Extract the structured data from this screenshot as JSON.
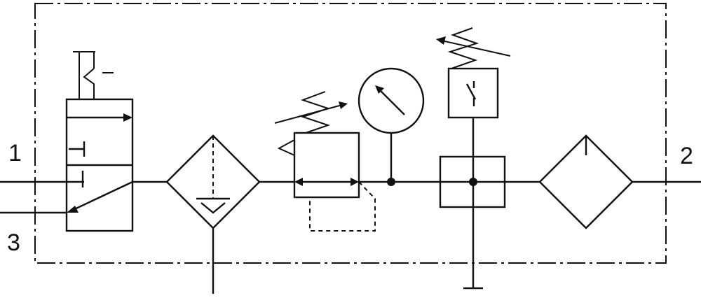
{
  "ports": {
    "inlet": "1",
    "outlet": "2",
    "exhaust": "3"
  },
  "components": [
    "solenoid-shutoff-valve",
    "filter-with-water-separator",
    "pressure-regulator",
    "pressure-gauge",
    "pressure-switch",
    "lubricator"
  ],
  "colors": {
    "stroke": "#111111",
    "background": "#ffffff"
  }
}
